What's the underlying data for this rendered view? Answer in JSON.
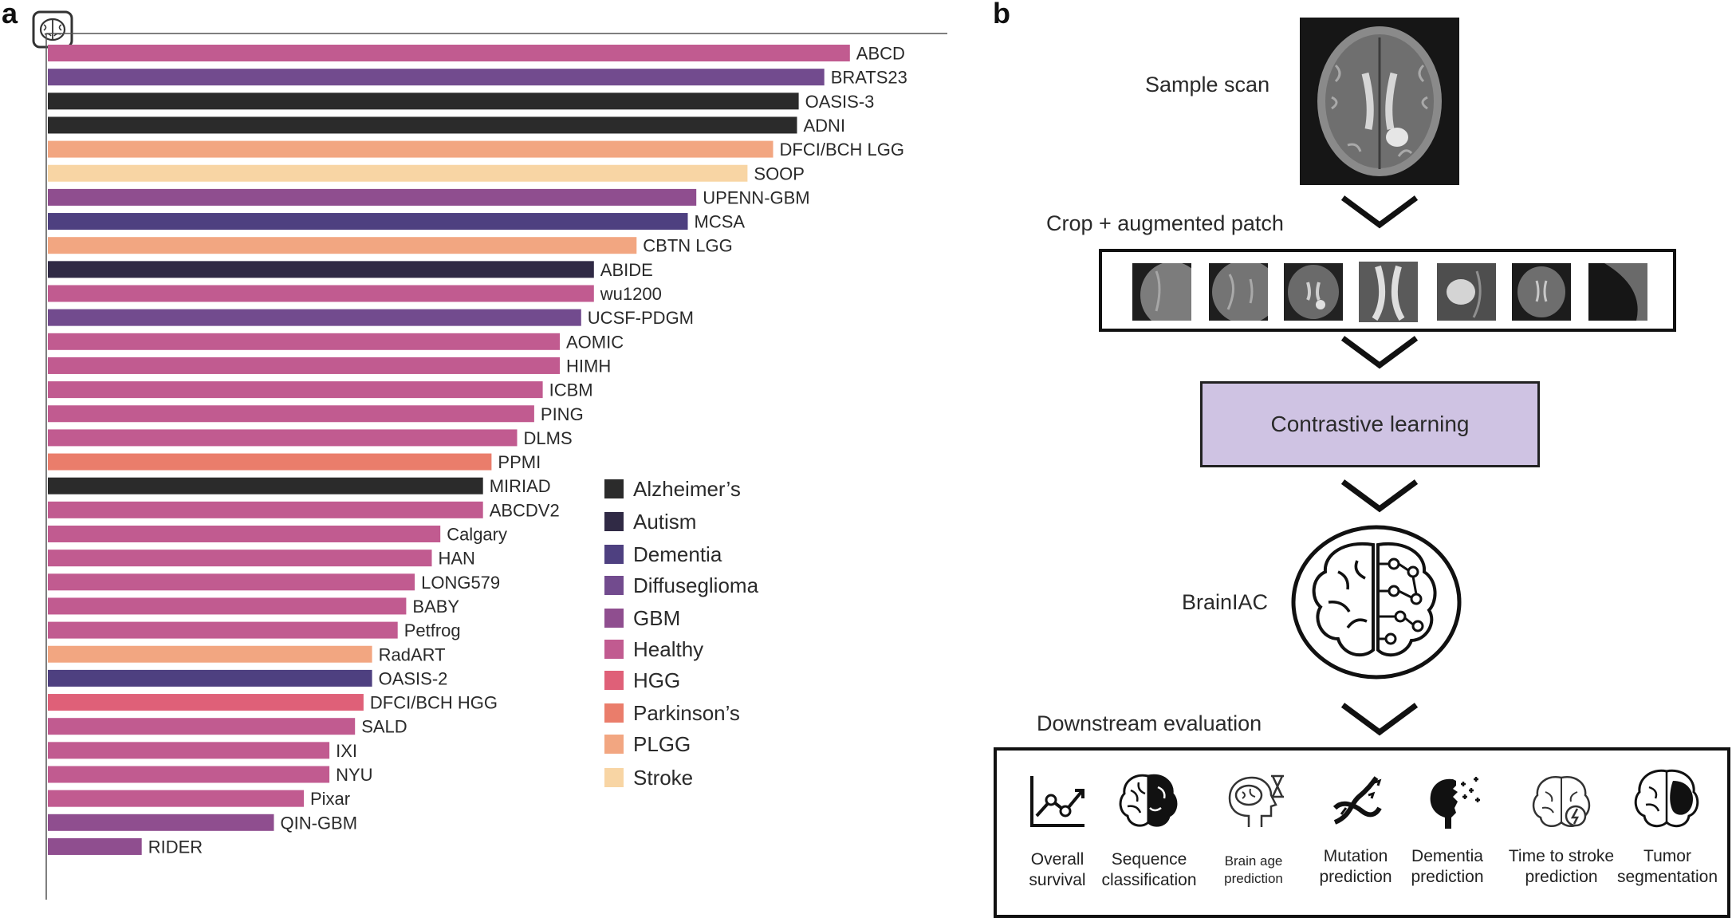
{
  "panel_a": {
    "letter": "a",
    "chart_data": {
      "type": "bar",
      "orientation": "horizontal",
      "title": "",
      "xlabel": "",
      "ylabel": "",
      "xlim": [
        0,
        100
      ],
      "grid": false,
      "legend_position": "right",
      "categories": [
        "ABCD",
        "BRATS23",
        "OASIS-3",
        "ADNI",
        "DFCI/BCH LGG",
        "SOOP",
        "UPENN-GBM",
        "MCSA",
        "CBTN LGG",
        "ABIDE",
        "wu1200",
        "UCSF-PDGM",
        "AOMIC",
        "HIMH",
        "ICBM",
        "PING",
        "DLMS",
        "PPMI",
        "MIRIAD",
        "ABCDV2",
        "Calgary",
        "HAN",
        "LONG579",
        "BABY",
        "Petfrog",
        "RadART",
        "OASIS-2",
        "DFCI/BCH HGG",
        "SALD",
        "IXI",
        "NYU",
        "Pixar",
        "QIN-GBM",
        "RIDER"
      ],
      "values": [
        94.0,
        91.0,
        88.0,
        87.8,
        85.0,
        82.0,
        76.0,
        75.0,
        69.0,
        64.0,
        64.0,
        62.5,
        60.0,
        60.0,
        58.0,
        57.0,
        55.0,
        52.0,
        51.0,
        51.0,
        46.0,
        45.0,
        43.0,
        42.0,
        41.0,
        38.0,
        38.0,
        37.0,
        36.0,
        33.0,
        33.0,
        30.0,
        26.5,
        11.0
      ],
      "classes": [
        "Healthy",
        "Diffuseglioma",
        "Alzheimer's",
        "Alzheimer's",
        "PLGG",
        "Stroke",
        "GBM",
        "Dementia",
        "PLGG",
        "Autism",
        "Healthy",
        "Diffuseglioma",
        "Healthy",
        "Healthy",
        "Healthy",
        "Healthy",
        "Healthy",
        "Parkinson's",
        "Alzheimer's",
        "Healthy",
        "Healthy",
        "Healthy",
        "Healthy",
        "Healthy",
        "Healthy",
        "PLGG",
        "Dementia",
        "HGG",
        "Healthy",
        "Healthy",
        "Healthy",
        "Healthy",
        "GBM",
        "GBM"
      ],
      "legend": [
        {
          "name": "Alzheimer’s",
          "key": "Alzheimer's",
          "color": "#2b2b2b"
        },
        {
          "name": "Autism",
          "key": "Autism",
          "color": "#302a45"
        },
        {
          "name": "Dementia",
          "key": "Dementia",
          "color": "#4e4080"
        },
        {
          "name": "Diffuseglioma",
          "key": "Diffuseglioma",
          "color": "#724b8e"
        },
        {
          "name": "GBM",
          "key": "GBM",
          "color": "#8f4e8f"
        },
        {
          "name": "Healthy",
          "key": "Healthy",
          "color": "#c15b90"
        },
        {
          "name": "HGG",
          "key": "HGG",
          "color": "#df6078"
        },
        {
          "name": "Parkinson’s",
          "key": "Parkinson's",
          "color": "#ea7d6b"
        },
        {
          "name": "PLGG",
          "key": "PLGG",
          "color": "#f2a681"
        },
        {
          "name": "Stroke",
          "key": "Stroke",
          "color": "#f8d5a4"
        }
      ]
    }
  },
  "panel_b": {
    "letter": "b",
    "sample_scan_label": "Sample scan",
    "crop_label": "Crop + augmented patch",
    "contrastive_label": "Contrastive learning",
    "model_label": "BrainIAC",
    "downstream_label": "Downstream evaluation",
    "box_color": "#cfc3e3",
    "tasks": [
      {
        "icon": "survival-chart-icon",
        "line1": "Overall",
        "line2": "survival"
      },
      {
        "icon": "brain-sequence-icon",
        "line1": "Sequence",
        "line2": "classification"
      },
      {
        "icon": "brain-age-icon",
        "line1": "Brain age",
        "line2": "prediction"
      },
      {
        "icon": "dna-mutation-icon",
        "line1": "Mutation",
        "line2": "prediction"
      },
      {
        "icon": "dementia-head-icon",
        "line1": "Dementia",
        "line2": "prediction"
      },
      {
        "icon": "stroke-brain-icon",
        "line1": "Time to stroke",
        "line2": "prediction"
      },
      {
        "icon": "tumor-brain-icon",
        "line1": "Tumor",
        "line2": "segmentation"
      }
    ]
  }
}
